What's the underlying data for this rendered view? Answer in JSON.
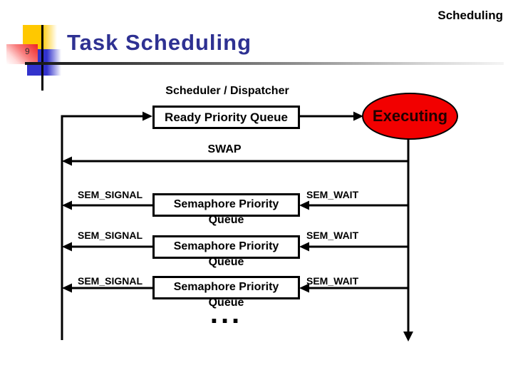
{
  "slide": {
    "corner_header": "Scheduling",
    "slide_number": "9",
    "title": "Task Scheduling"
  },
  "colors": {
    "title_text": "#2E3192",
    "executing_fill": "#F20000",
    "accent_yellow": "#FFC800",
    "accent_blue": "#3232CC",
    "accent_red": "#EE2222",
    "connector_line": "#000000"
  },
  "diagram": {
    "scheduler_label": "Scheduler / Dispatcher",
    "ready_box_label": "Ready Priority Queue",
    "executing_label": "Executing",
    "swap_label": "SWAP",
    "ellipsis": "...",
    "rows": [
      {
        "left_label": "SEM_SIGNAL",
        "box_line1": "Semaphore Priority",
        "box_line2": "Queue",
        "right_label": "SEM_WAIT"
      },
      {
        "left_label": "SEM_SIGNAL",
        "box_line1": "Semaphore Priority",
        "box_line2": "Queue",
        "right_label": "SEM_WAIT"
      },
      {
        "left_label": "SEM_SIGNAL",
        "box_line1": "Semaphore Priority",
        "box_line2": "Queue",
        "right_label": "SEM_WAIT"
      }
    ]
  }
}
